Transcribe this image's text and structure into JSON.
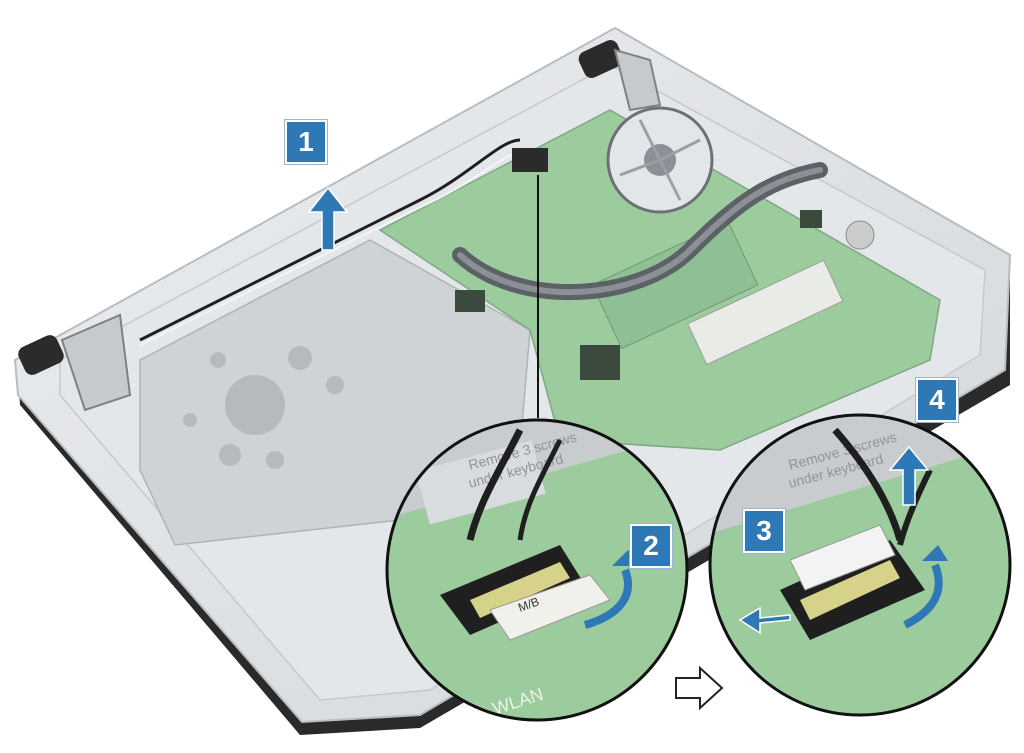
{
  "figure": {
    "step_badges": [
      {
        "number": "1"
      },
      {
        "number": "2"
      },
      {
        "number": "3"
      },
      {
        "number": "4"
      }
    ],
    "board_texts": {
      "cable_label": "M/B",
      "slot_label": "WLAN",
      "notice_text": "Remove 3 screws",
      "notice_sub": "under keyboard"
    },
    "colors": {
      "badge": "#2f78b6",
      "arrow": "#2f78b6",
      "board": "#9ccb9e",
      "chassis": "#d9dcdf",
      "outline": "#222222"
    },
    "icons": [
      "hinge-icon",
      "fan-icon",
      "heatsink-icon",
      "wlan-card-icon",
      "lift-arrow-icon",
      "next-arrow-icon"
    ]
  }
}
